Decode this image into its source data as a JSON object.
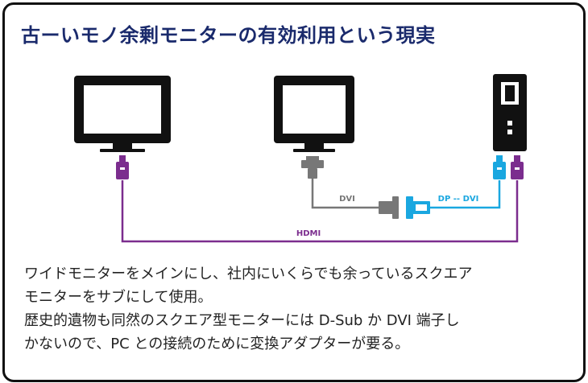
{
  "title": "古ーいモノ余剰モニターの有効利用という現実",
  "labels": {
    "dvi": "DVI",
    "dp_dvi": "DP -- DVI",
    "hdmi": "HDMI"
  },
  "caption": [
    "ワイドモニターをメインにし、社内にいくらでも余っているスクエア",
    "モニターをサブにして使用。",
    "歴史的遺物も同然のスクエア型モニターには D-Sub か DVI 端子し",
    "かないので、PC との接続のために変換アダプターが要る。"
  ],
  "colors": {
    "title": "#1a2a6c",
    "hdmi": "#7b2d8e",
    "dvi": "#777777",
    "dp": "#1aa7e0",
    "device": "#111111"
  },
  "icons": [
    "wide-monitor-icon",
    "square-monitor-icon",
    "pc-tower-icon"
  ]
}
